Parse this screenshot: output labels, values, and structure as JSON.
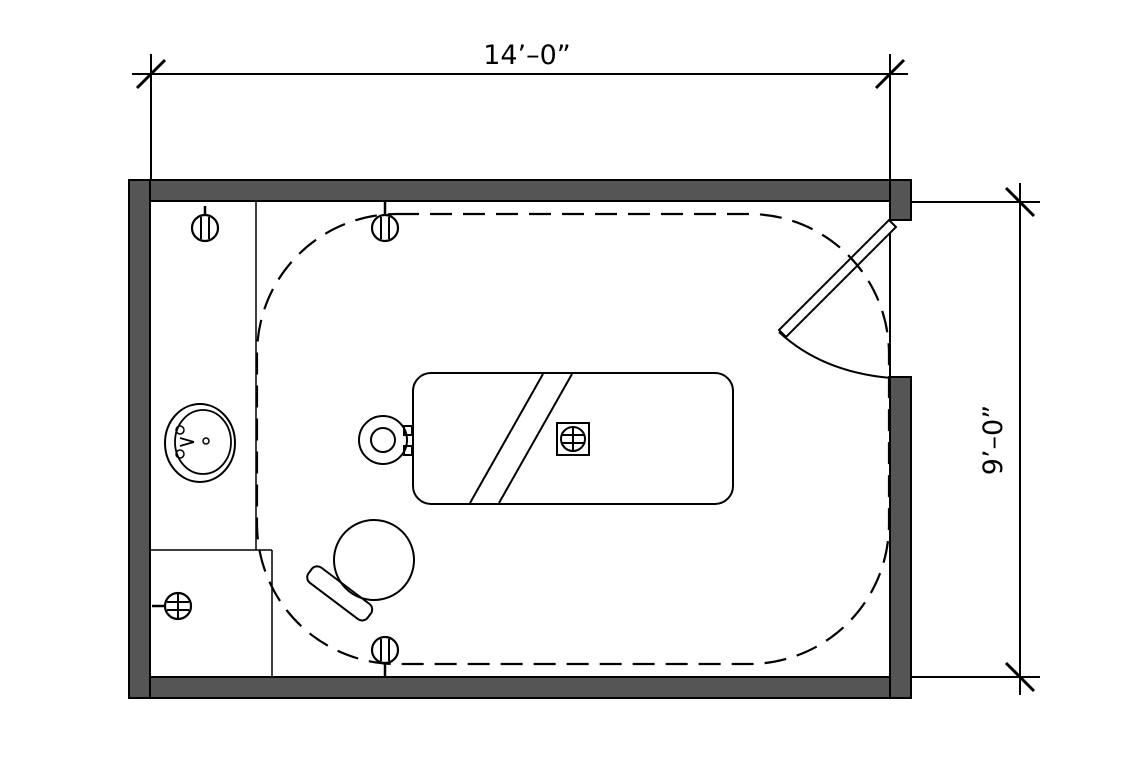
{
  "dimensions": {
    "width_label": "14’–0”",
    "height_label": "9’–0”"
  },
  "colors": {
    "wall": "#555555",
    "line": "#000000",
    "background": "#ffffff"
  },
  "icons": [
    "outlet-icon",
    "sink-icon",
    "door-swing",
    "table-icon",
    "floor-outlet-icon",
    "stool-icon",
    "foot-pedal-icon",
    "face-cradle-icon"
  ]
}
